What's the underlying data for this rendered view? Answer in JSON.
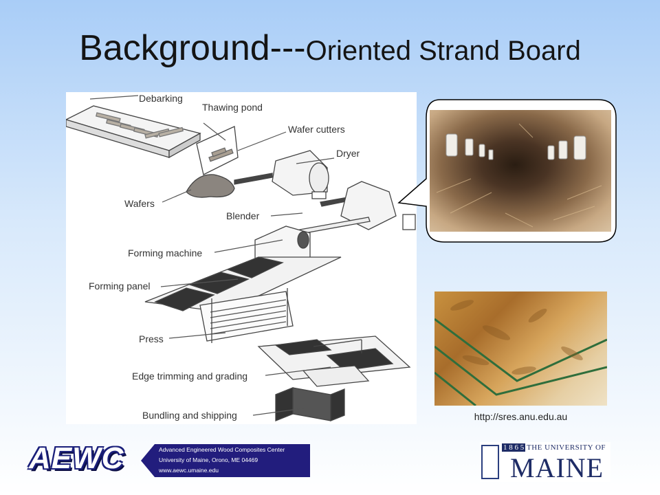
{
  "slide": {
    "title_main": "Background---",
    "title_sub": "Oriented Strand Board",
    "credit_url": "http://sres.anu.edu.au"
  },
  "diagram": {
    "labels": {
      "debarking": "Debarking",
      "thawing_pond": "Thawing pond",
      "wafer_cutters": "Wafer cutters",
      "dryer": "Dryer",
      "wafers": "Wafers",
      "blender": "Blender",
      "forming_machine": "Forming machine",
      "forming_panel": "Forming panel",
      "press": "Press",
      "edge_trimming": "Edge trimming and grading",
      "bundling": "Bundling and shipping"
    }
  },
  "footer": {
    "aewc_logo": "AEWC",
    "aewc_line1": "Advanced Engineered Wood Composites Center",
    "aewc_line2": "University of Maine, Orono, ME 04469",
    "aewc_line3": "www.aewc.umaine.edu",
    "maine_year": "1 8 6 5",
    "maine_univ": "THE UNIVERSITY OF",
    "maine_name": "MAINE"
  },
  "colors": {
    "title": "#141414",
    "aewc_blue": "#221d7d",
    "maine_blue": "#1e2c66"
  }
}
